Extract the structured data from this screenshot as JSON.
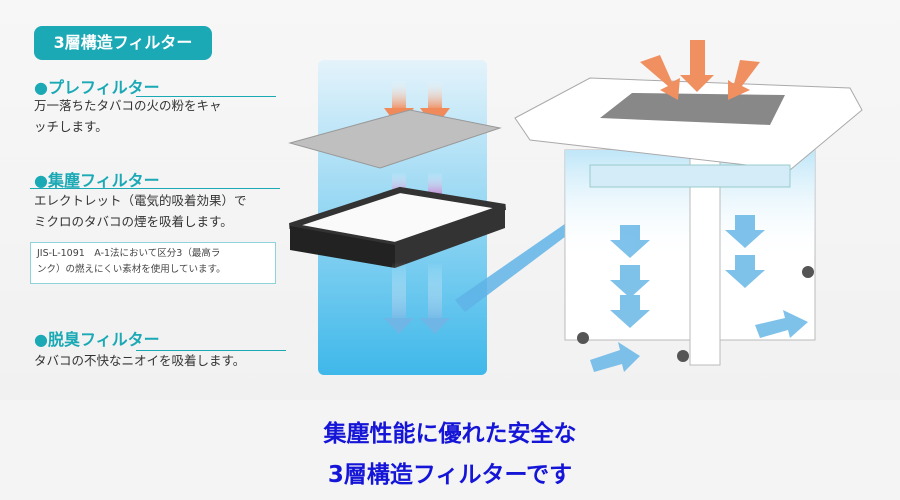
{
  "badge": "3層構造フィルター",
  "filters": [
    {
      "title": "●プレフィルター",
      "desc1": "万一落ちたタバコの火の粉をキャ",
      "desc2": "ッチします。"
    },
    {
      "title": "●集塵フィルター",
      "desc1": "エレクトレット（電気的吸着効果）で",
      "desc2": "ミクロのタバコの煙を吸着します。",
      "note1": "JIS-L-1091　A-1法において区分3（最高ラ",
      "note2": "ンク）の燃えにくい素材を使用しています。"
    },
    {
      "title": "●脱臭フィルター",
      "desc1": "タバコの不快なニオイを吸着します。"
    }
  ],
  "caption": {
    "line1": "集塵性能に優れた安全な",
    "line2": "3層構造フィルターです"
  },
  "colors": {
    "accent": "#1ba9b5",
    "caption": "#1515d8"
  }
}
